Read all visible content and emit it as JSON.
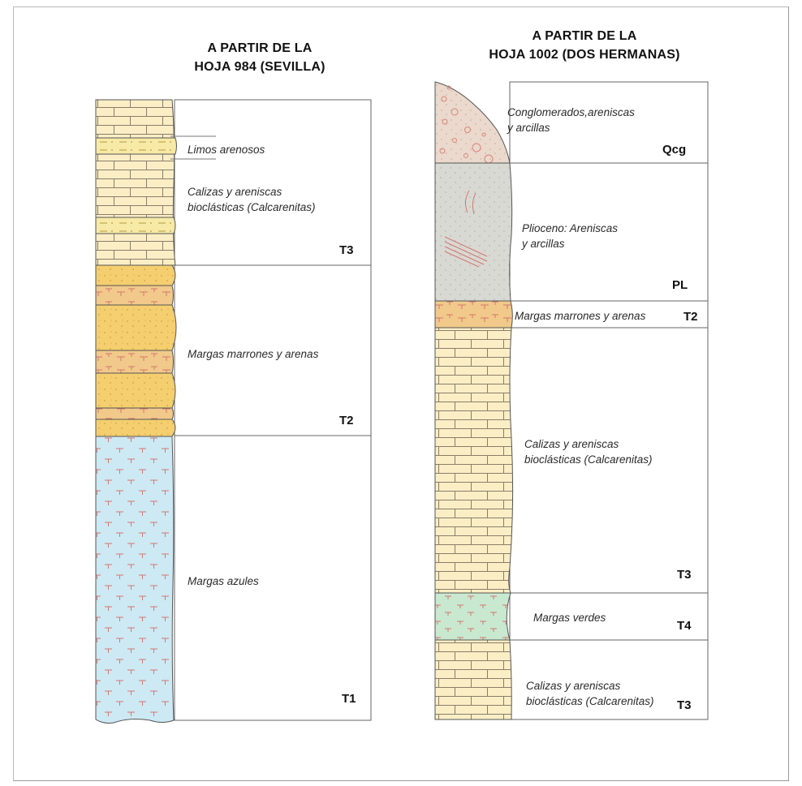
{
  "columns": [
    {
      "title_line1": "A PARTIR DE LA",
      "title_line2": "HOJA 984 (SEVILLA)",
      "units": [
        {
          "code": "T3",
          "labels": [
            "Limos arenosos",
            "Calizas y areniscas bioclásticas (Calcarenitas)"
          ]
        },
        {
          "code": "T2",
          "labels": [
            "Margas marrones y arenas"
          ]
        },
        {
          "code": "T1",
          "labels": [
            "Margas azules"
          ]
        }
      ]
    },
    {
      "title_line1": "A PARTIR DE LA",
      "title_line2": "HOJA 1002 (DOS HERMANAS)",
      "units": [
        {
          "code": "Qcg",
          "labels": [
            "Conglomerados,areniscas y arcillas"
          ]
        },
        {
          "code": "PL",
          "labels": [
            "Plioceno: Areniscas y arcillas"
          ]
        },
        {
          "code": "T2",
          "labels": [
            "Margas marrones y arenas"
          ]
        },
        {
          "code": "T3",
          "labels": [
            "Calizas y areniscas bioclásticas (Calcarenitas)"
          ]
        },
        {
          "code": "T4",
          "labels": [
            "Margas verdes"
          ]
        },
        {
          "code": "T3",
          "labels": [
            "Calizas y areniscas bioclásticas (Calcarenitas)"
          ]
        }
      ]
    }
  ],
  "colors": {
    "limestone": "#fbeec5",
    "silt": "#f7e9a6",
    "marl_brown": "#f5cf6f",
    "marl_blue": "#cde9f4",
    "conglomerate": "#ead9cc",
    "pliocene": "#d9d9d4",
    "marl_green": "#c9e8d0",
    "pattern_red": "#d2786f"
  }
}
